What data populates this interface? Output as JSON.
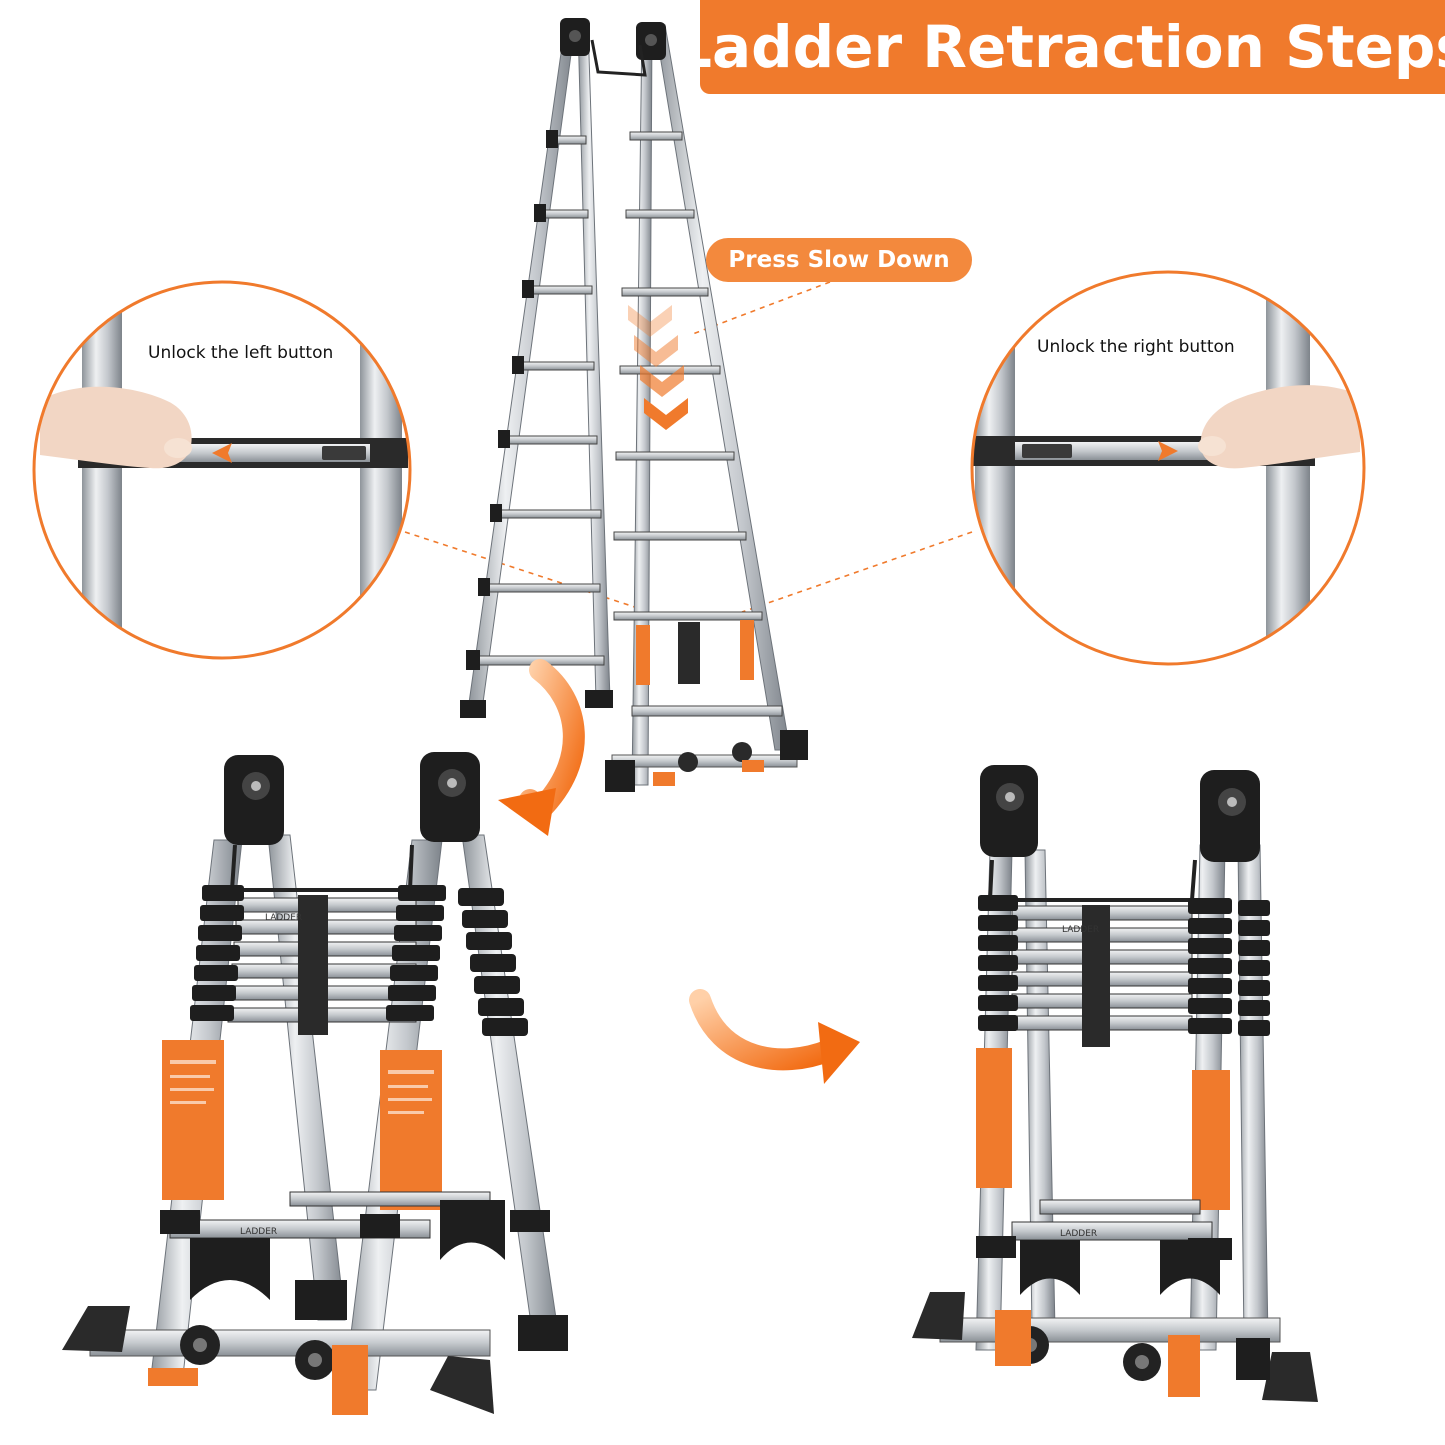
{
  "title": "Ladder Retraction Steps",
  "callout": "Press Slow Down",
  "left_detail_label": "Unlock the left button",
  "right_detail_label": "Unlock the right button",
  "brand_label": "LADDER",
  "colors": {
    "accent": "#f07a2c",
    "accent_light": "#f3893d",
    "metal": "#c9ccd0",
    "dark": "#1e1e1e"
  }
}
